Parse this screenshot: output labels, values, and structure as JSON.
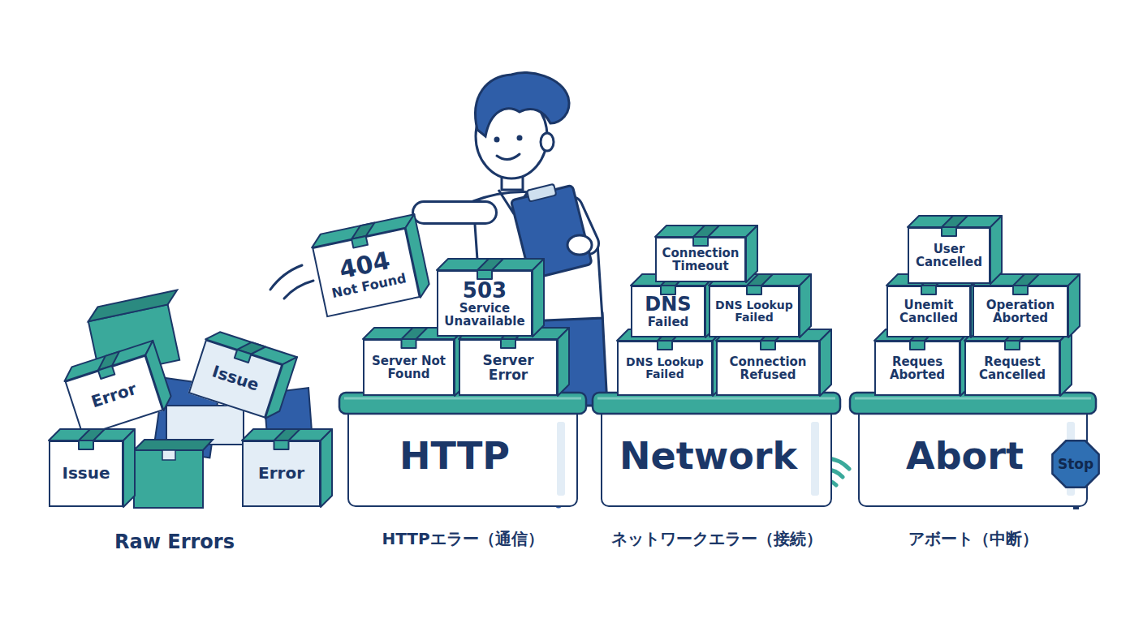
{
  "diagram": {
    "nodes": [
      {
        "text": [
          "Error"
        ]
      },
      {
        "text": [
          "Issue"
        ]
      },
      {
        "text": [
          "Issue"
        ]
      },
      {
        "text": [
          "Error"
        ]
      },
      {
        "text": [
          "404",
          "Not Found"
        ]
      },
      {
        "text": [
          "503",
          "Service Unavailable"
        ]
      },
      {
        "text": [
          "Server Not Found"
        ]
      },
      {
        "text": [
          "Server Error"
        ]
      },
      {
        "text": [
          "HTTP",
          "HTTPエラー（通信）"
        ]
      },
      {
        "text": [
          "Connection Timeout"
        ]
      },
      {
        "text": [
          "DNS",
          "Failed"
        ]
      },
      {
        "text": [
          "DNS Lookup Failed"
        ]
      },
      {
        "text": [
          "DNS Lookup Failed"
        ]
      },
      {
        "text": [
          "Connection Refused"
        ]
      },
      {
        "text": [
          "Network",
          "ネットワークエラー（接続）"
        ]
      },
      {
        "text": [
          "User Cancelled"
        ]
      },
      {
        "text": [
          "Unemit Canclled"
        ]
      },
      {
        "text": [
          "Operation Aborted"
        ]
      },
      {
        "text": [
          "Reques Aborted"
        ]
      },
      {
        "text": [
          "Request Cancelled"
        ]
      },
      {
        "text": [
          "Abort",
          "アボート（中断）"
        ]
      },
      {
        "text": [
          "Stop"
        ]
      }
    ],
    "labels": [
      "Raw Errors"
    ]
  }
}
